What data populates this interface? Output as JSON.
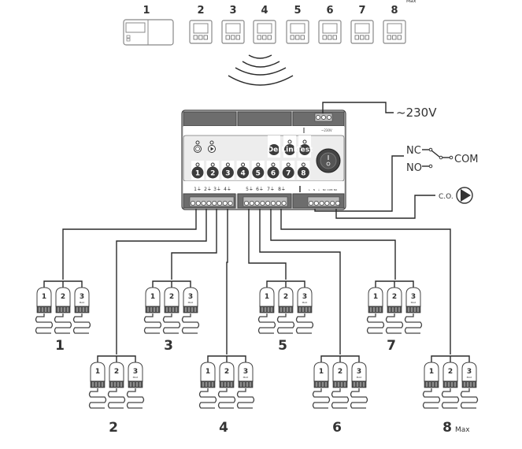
{
  "title": "Wireless heating controller wiring diagram",
  "thermostats": {
    "labels": [
      "1",
      "2",
      "3",
      "4",
      "5",
      "6",
      "7",
      "8"
    ],
    "max_label": "Max"
  },
  "controller": {
    "mode_icons": [
      "power-mode-icon",
      "play-mode-icon"
    ],
    "function_buttons": [
      "Del",
      "Link",
      "Test"
    ],
    "zone_buttons": [
      "1",
      "2",
      "3",
      "4",
      "5",
      "6",
      "7",
      "8"
    ],
    "terminal_labels": [
      "1⏚",
      "2⏚",
      "3⏚",
      "4⏚",
      "5⏚",
      "6⏚",
      "7⏚",
      "8⏚"
    ],
    "power_terminal_labels": [
      "L",
      "N",
      "⏚"
    ],
    "power_voltage_small": "~230V",
    "relay_terminal_labels": [
      "L",
      "N",
      "⏚",
      "NC",
      "COM",
      "NO"
    ]
  },
  "power": {
    "label": "~230V"
  },
  "relay": {
    "nc": "NC",
    "no": "NO",
    "com": "COM"
  },
  "pump": {
    "label": "C.O."
  },
  "zones": [
    {
      "label": "1",
      "actuators": [
        "1",
        "2",
        "3"
      ],
      "actuator_max_tag": "MAX"
    },
    {
      "label": "2",
      "actuators": [
        "1",
        "2",
        "3"
      ],
      "actuator_max_tag": "MAX"
    },
    {
      "label": "3",
      "actuators": [
        "1",
        "2",
        "3"
      ],
      "actuator_max_tag": "MAX"
    },
    {
      "label": "4",
      "actuators": [
        "1",
        "2",
        "3"
      ],
      "actuator_max_tag": "MAX"
    },
    {
      "label": "5",
      "actuators": [
        "1",
        "2",
        "3"
      ],
      "actuator_max_tag": "MAX"
    },
    {
      "label": "6",
      "actuators": [
        "1",
        "2",
        "3"
      ],
      "actuator_max_tag": "MAX"
    },
    {
      "label": "7",
      "actuators": [
        "1",
        "2",
        "3"
      ],
      "actuator_max_tag": "MAX"
    },
    {
      "label": "8",
      "actuators": [
        "1",
        "2",
        "3"
      ],
      "actuator_max_tag": "MAX",
      "suffix": "Max"
    }
  ]
}
